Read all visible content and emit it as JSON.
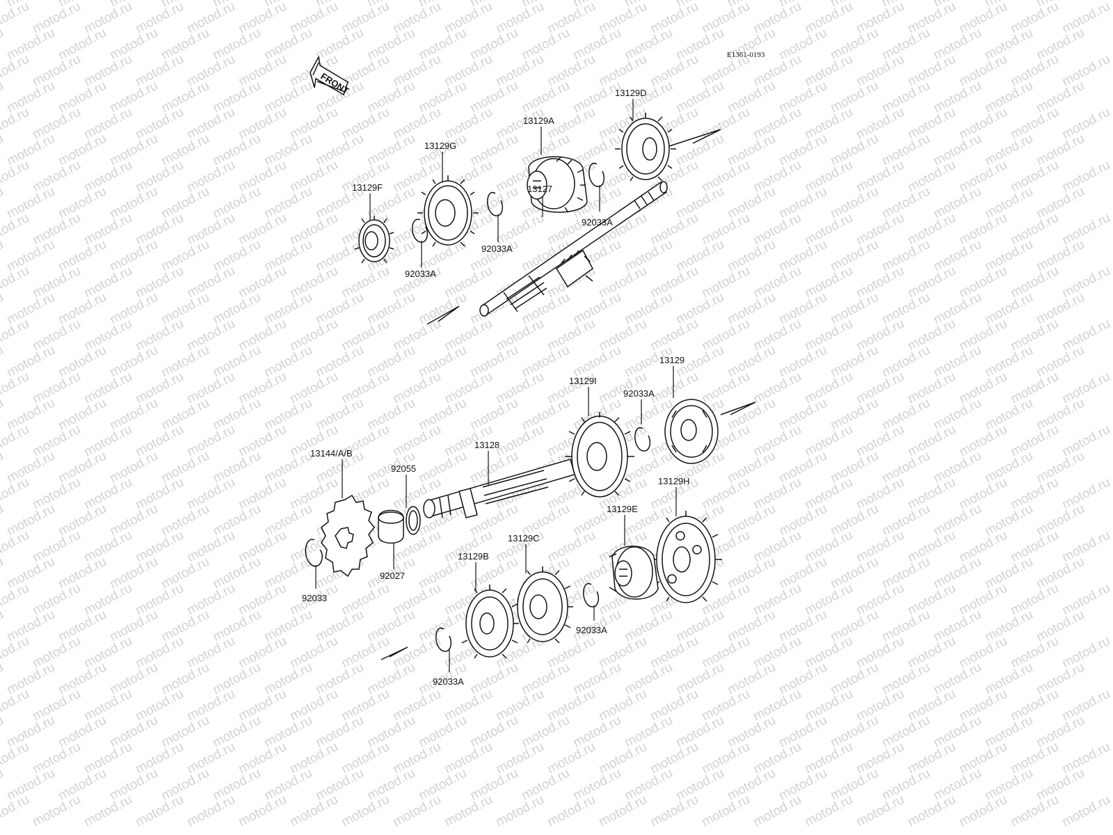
{
  "drawing_code": "E1361-0193",
  "front_label": "FRONT",
  "watermark": "motod.ru",
  "parts": {
    "p13129F": "13129F",
    "p13129G": "13129G",
    "p13129A": "13129A",
    "p13129D": "13129D",
    "p92033A_1": "92033A",
    "p92033A_2": "92033A",
    "p92033A_3": "92033A",
    "p13127": "13127",
    "p13129": "13129",
    "p13129I": "13129I",
    "p92033A_4": "92033A",
    "p13128": "13128",
    "p92055": "92055",
    "p13144": "13144/A/B",
    "p92027": "92027",
    "p92033": "92033",
    "p13129H": "13129H",
    "p13129E": "13129E",
    "p13129C": "13129C",
    "p13129B": "13129B",
    "p92033A_5": "92033A",
    "p92033A_6": "92033A"
  }
}
